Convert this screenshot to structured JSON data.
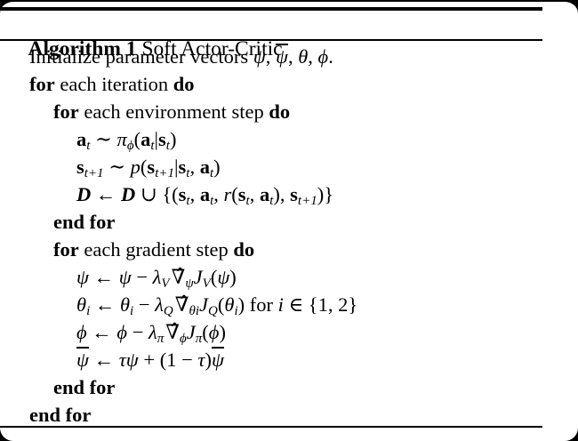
{
  "header": {
    "label": "Algorithm 1 ",
    "title": "Soft Actor-Critic"
  },
  "colors": {
    "text": "#000000",
    "sheet_background": "#ffffff",
    "frame": "#000000"
  },
  "algorithm": {
    "lines": [
      {
        "indent": 0,
        "seg": [
          {
            "t": "Initialize parameter vectors ",
            "c": "rm"
          },
          {
            "t": "ψ",
            "c": "it"
          },
          {
            "t": ", ",
            "c": "rm"
          },
          {
            "t": "ψ",
            "c": "it bar"
          },
          {
            "t": ", ",
            "c": "rm"
          },
          {
            "t": "θ",
            "c": "it"
          },
          {
            "t": ", ",
            "c": "rm"
          },
          {
            "t": "ϕ",
            "c": "it"
          },
          {
            "t": ".",
            "c": "rm"
          }
        ]
      },
      {
        "indent": 0,
        "seg": [
          {
            "t": "for",
            "c": "kw"
          },
          {
            "t": " each iteration ",
            "c": "rm"
          },
          {
            "t": "do",
            "c": "kw"
          }
        ]
      },
      {
        "indent": 1,
        "seg": [
          {
            "t": "for",
            "c": "kw"
          },
          {
            "t": " each environment step ",
            "c": "rm"
          },
          {
            "t": "do",
            "c": "kw"
          }
        ]
      },
      {
        "indent": 2,
        "seg": [
          {
            "t": "a",
            "c": "bf"
          },
          {
            "t": "t",
            "c": "sub it"
          },
          {
            "t": " ∼ ",
            "c": "rm"
          },
          {
            "t": "π",
            "c": "it"
          },
          {
            "t": "ϕ",
            "c": "sub it"
          },
          {
            "t": "(",
            "c": "rm"
          },
          {
            "t": "a",
            "c": "bf"
          },
          {
            "t": "t",
            "c": "sub it"
          },
          {
            "t": "|",
            "c": "rm"
          },
          {
            "t": "s",
            "c": "bf"
          },
          {
            "t": "t",
            "c": "sub it"
          },
          {
            "t": ")",
            "c": "rm"
          }
        ]
      },
      {
        "indent": 2,
        "seg": [
          {
            "t": "s",
            "c": "bf"
          },
          {
            "t": "t+1",
            "c": "sub it"
          },
          {
            "t": " ∼ ",
            "c": "rm"
          },
          {
            "t": "p",
            "c": "it"
          },
          {
            "t": "(",
            "c": "rm"
          },
          {
            "t": "s",
            "c": "bf"
          },
          {
            "t": "t+1",
            "c": "sub it"
          },
          {
            "t": "|",
            "c": "rm"
          },
          {
            "t": "s",
            "c": "bf"
          },
          {
            "t": "t",
            "c": "sub it"
          },
          {
            "t": ", ",
            "c": "rm"
          },
          {
            "t": "a",
            "c": "bf"
          },
          {
            "t": "t",
            "c": "sub it"
          },
          {
            "t": ")",
            "c": "rm"
          }
        ]
      },
      {
        "indent": 2,
        "seg": [
          {
            "t": "D",
            "c": "cal"
          },
          {
            "t": " ← ",
            "c": "rm"
          },
          {
            "t": "D",
            "c": "cal"
          },
          {
            "t": " ∪ {(",
            "c": "rm"
          },
          {
            "t": "s",
            "c": "bf"
          },
          {
            "t": "t",
            "c": "sub it"
          },
          {
            "t": ", ",
            "c": "rm"
          },
          {
            "t": "a",
            "c": "bf"
          },
          {
            "t": "t",
            "c": "sub it"
          },
          {
            "t": ", ",
            "c": "rm"
          },
          {
            "t": "r",
            "c": "it"
          },
          {
            "t": "(",
            "c": "rm"
          },
          {
            "t": "s",
            "c": "bf"
          },
          {
            "t": "t",
            "c": "sub it"
          },
          {
            "t": ", ",
            "c": "rm"
          },
          {
            "t": "a",
            "c": "bf"
          },
          {
            "t": "t",
            "c": "sub it"
          },
          {
            "t": ")",
            "c": "rm"
          },
          {
            "t": ", ",
            "c": "rm"
          },
          {
            "t": "s",
            "c": "bf"
          },
          {
            "t": "t+1",
            "c": "sub it"
          },
          {
            "t": ")}",
            "c": "rm"
          }
        ]
      },
      {
        "indent": 1,
        "seg": [
          {
            "t": "end for",
            "c": "kw"
          }
        ]
      },
      {
        "indent": 1,
        "seg": [
          {
            "t": "for",
            "c": "kw"
          },
          {
            "t": " each gradient step ",
            "c": "rm"
          },
          {
            "t": "do",
            "c": "kw"
          }
        ]
      },
      {
        "indent": 2,
        "seg": [
          {
            "t": "ψ",
            "c": "it"
          },
          {
            "t": " ← ",
            "c": "rm"
          },
          {
            "t": "ψ",
            "c": "it"
          },
          {
            "t": " − ",
            "c": "rm"
          },
          {
            "t": "λ",
            "c": "it"
          },
          {
            "t": "V",
            "c": "sub it"
          },
          {
            "t": "∇̂",
            "c": "rm nab"
          },
          {
            "t": "ψ",
            "c": "sub it"
          },
          {
            "t": "J",
            "c": "it"
          },
          {
            "t": "V",
            "c": "sub it"
          },
          {
            "t": "(",
            "c": "rm"
          },
          {
            "t": "ψ",
            "c": "it"
          },
          {
            "t": ")",
            "c": "rm"
          }
        ]
      },
      {
        "indent": 2,
        "seg": [
          {
            "t": "θ",
            "c": "it"
          },
          {
            "t": "i",
            "c": "sub it"
          },
          {
            "t": " ← ",
            "c": "rm"
          },
          {
            "t": "θ",
            "c": "it"
          },
          {
            "t": "i",
            "c": "sub it"
          },
          {
            "t": " − ",
            "c": "rm"
          },
          {
            "t": "λ",
            "c": "it"
          },
          {
            "t": "Q",
            "c": "sub it"
          },
          {
            "t": "∇̂",
            "c": "rm nab"
          },
          {
            "t": "θi",
            "c": "sub it"
          },
          {
            "t": "J",
            "c": "it"
          },
          {
            "t": "Q",
            "c": "sub it"
          },
          {
            "t": "(",
            "c": "rm"
          },
          {
            "t": "θ",
            "c": "it"
          },
          {
            "t": "i",
            "c": "sub it"
          },
          {
            "t": ")",
            "c": "rm"
          },
          {
            "t": " for ",
            "c": "rm"
          },
          {
            "t": "i",
            "c": "it"
          },
          {
            "t": " ∈ {1, 2}",
            "c": "rm"
          }
        ]
      },
      {
        "indent": 2,
        "seg": [
          {
            "t": "ϕ",
            "c": "it"
          },
          {
            "t": " ← ",
            "c": "rm"
          },
          {
            "t": "ϕ",
            "c": "it"
          },
          {
            "t": " − ",
            "c": "rm"
          },
          {
            "t": "λ",
            "c": "it"
          },
          {
            "t": "π",
            "c": "sub it"
          },
          {
            "t": "∇̂",
            "c": "rm nab"
          },
          {
            "t": "ϕ",
            "c": "sub it"
          },
          {
            "t": "J",
            "c": "it"
          },
          {
            "t": "π",
            "c": "sub it"
          },
          {
            "t": "(",
            "c": "rm"
          },
          {
            "t": "ϕ",
            "c": "it"
          },
          {
            "t": ")",
            "c": "rm"
          }
        ]
      },
      {
        "indent": 2,
        "seg": [
          {
            "t": "ψ",
            "c": "it bar"
          },
          {
            "t": " ← ",
            "c": "rm"
          },
          {
            "t": "τψ",
            "c": "it"
          },
          {
            "t": " + (1 − ",
            "c": "rm"
          },
          {
            "t": "τ",
            "c": "it"
          },
          {
            "t": ")",
            "c": "rm"
          },
          {
            "t": "ψ",
            "c": "it bar"
          }
        ]
      },
      {
        "indent": 1,
        "seg": [
          {
            "t": "end for",
            "c": "kw"
          }
        ]
      },
      {
        "indent": 0,
        "seg": [
          {
            "t": "end for",
            "c": "kw"
          }
        ]
      }
    ]
  }
}
